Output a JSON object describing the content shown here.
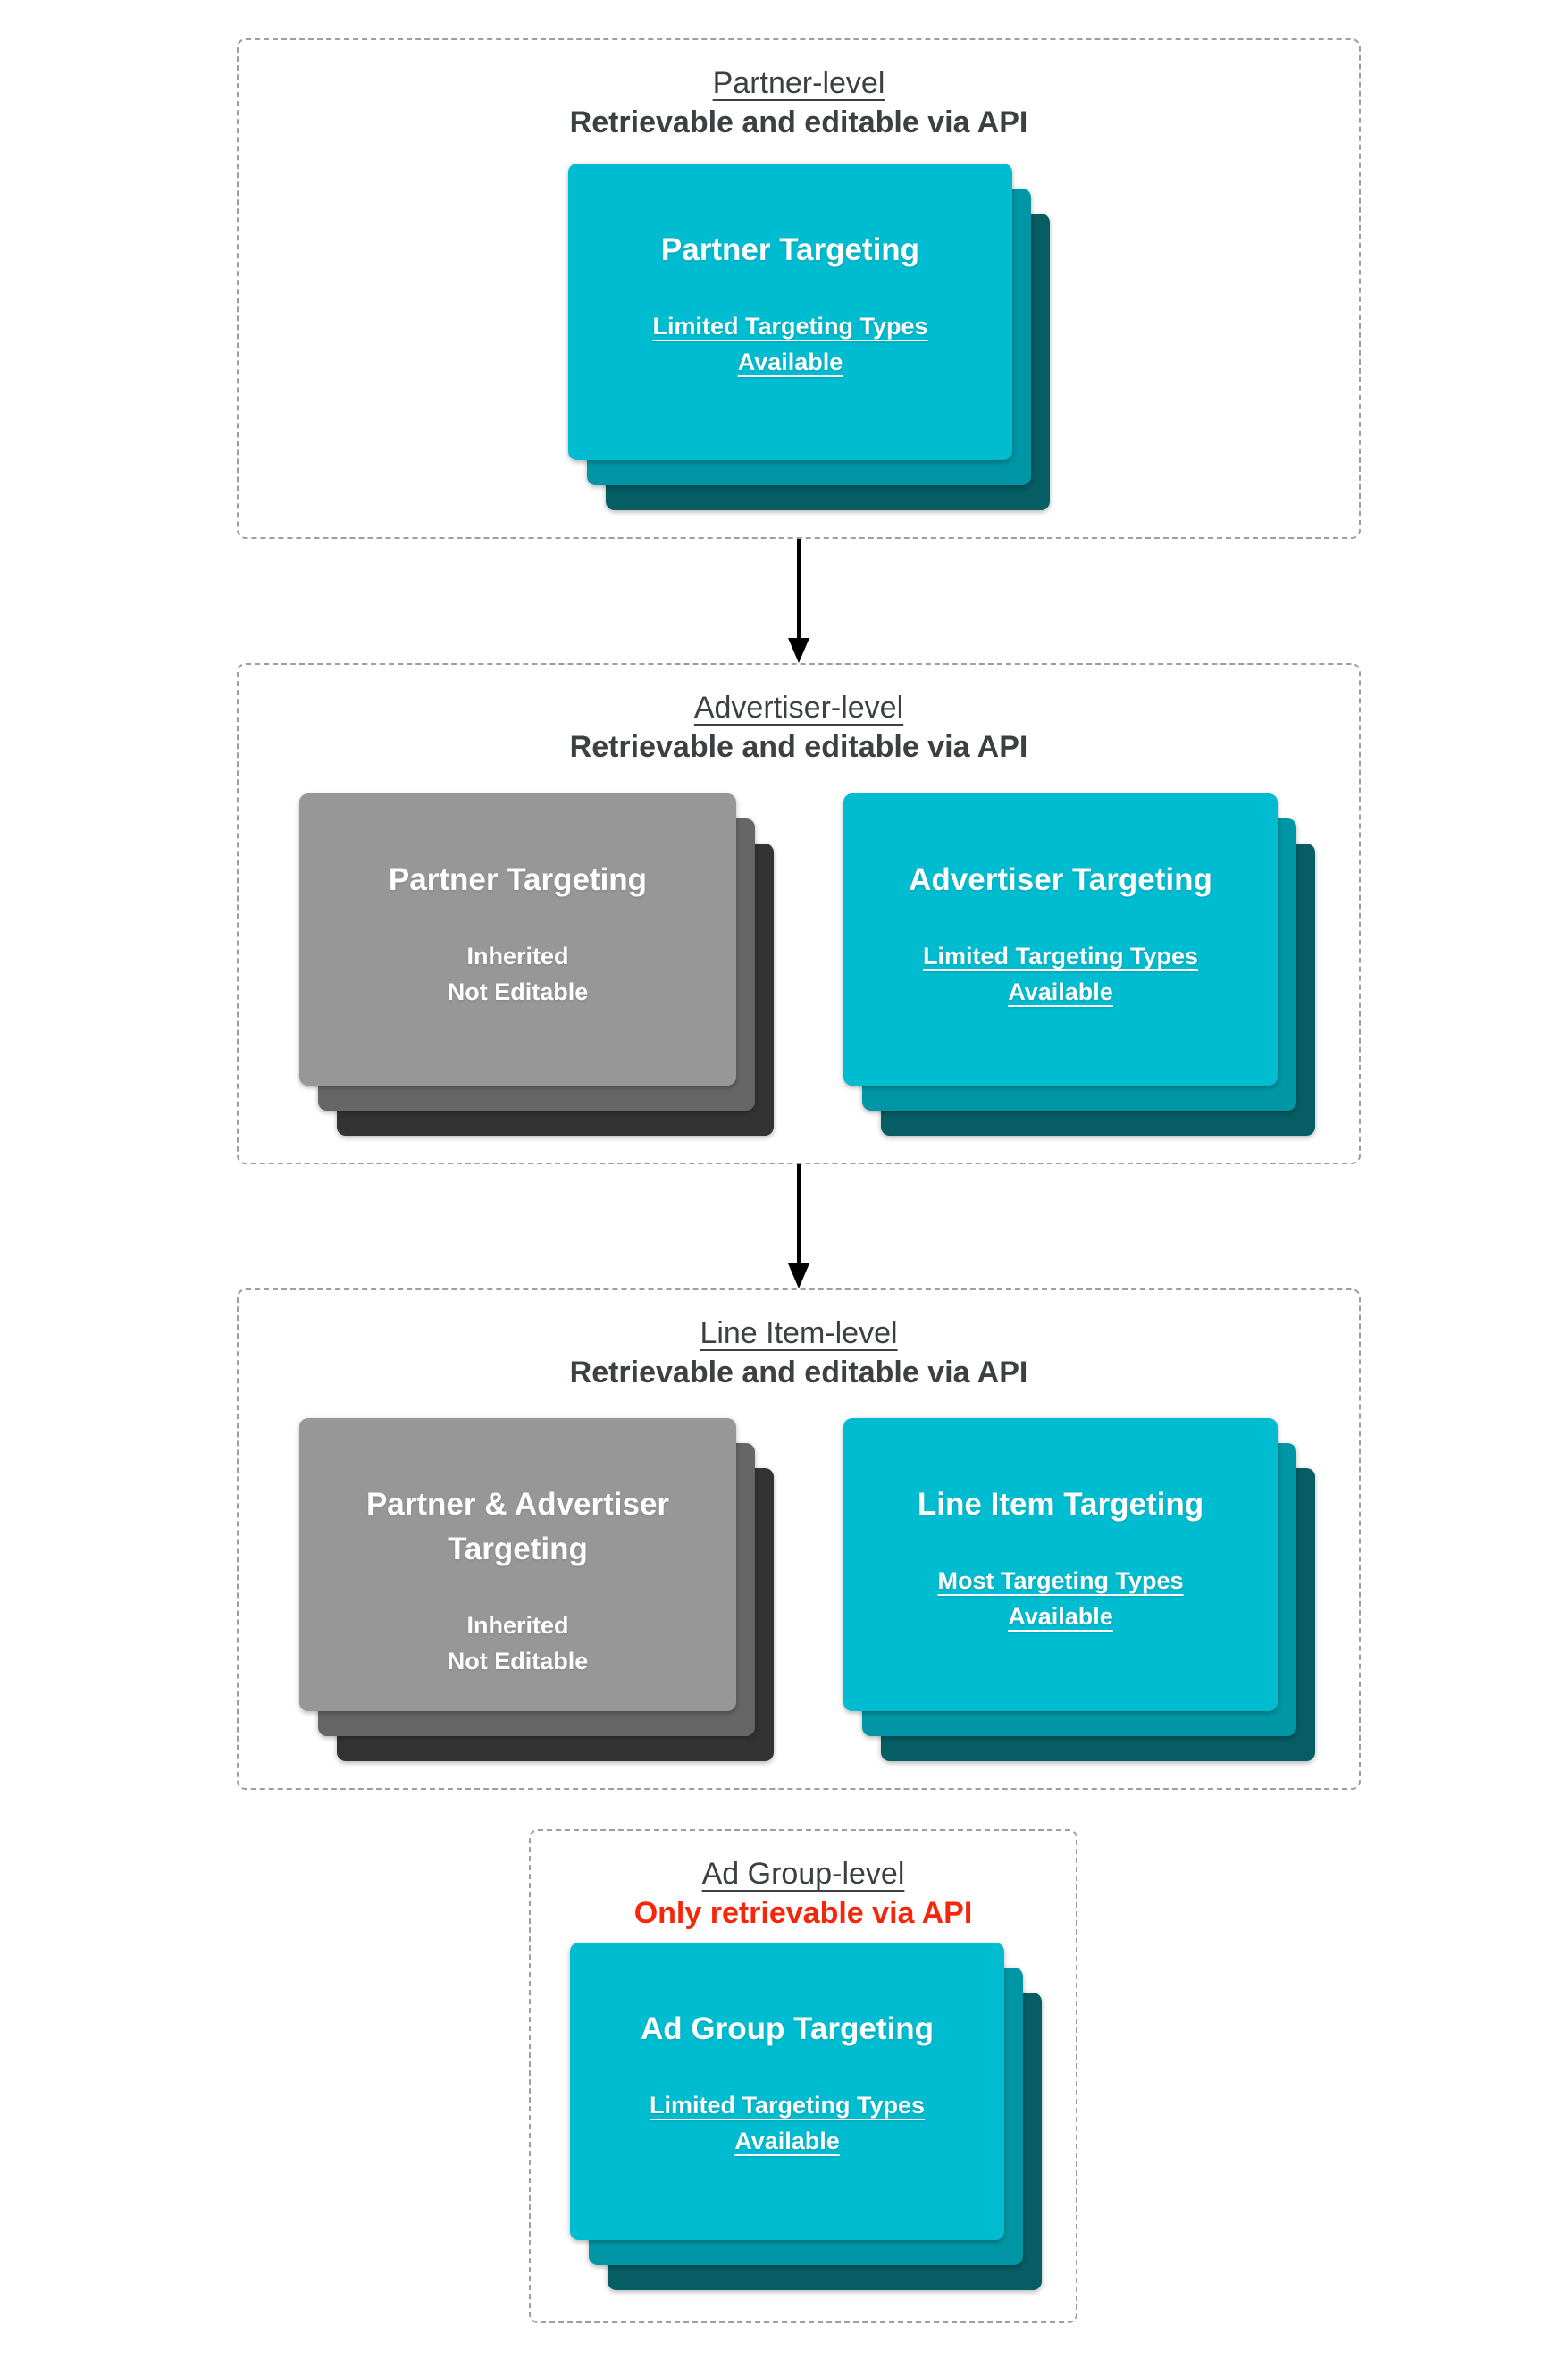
{
  "colors": {
    "page_bg": "#ffffff",
    "heading_text": "#3c4043",
    "alert_text": "#f5270b",
    "dash_border": "#9e9e9e",
    "arrow": "#000000",
    "card_text": "#ffffff",
    "cyan_front": "#00bcd0",
    "cyan_mid": "#0096a5",
    "cyan_back": "#065d63",
    "gray_front": "#979797",
    "gray_mid": "#666666",
    "gray_back": "#333333"
  },
  "sections": [
    {
      "title": "Partner-level",
      "subtitle": "Retrievable and editable via API",
      "cards": [
        {
          "title": "Partner Targeting",
          "lines": [
            "Limited Targeting Types",
            "Available"
          ]
        }
      ]
    },
    {
      "title": "Advertiser-level",
      "subtitle": "Retrievable and editable via API",
      "cards": [
        {
          "title": "Partner Targeting",
          "lines": [
            "Inherited",
            "Not Editable"
          ]
        },
        {
          "title": "Advertiser Targeting",
          "lines": [
            "Limited Targeting Types",
            "Available"
          ]
        }
      ]
    },
    {
      "title": "Line Item-level",
      "subtitle": "Retrievable and editable via API",
      "cards": [
        {
          "title": "Partner & Advertiser Targeting",
          "lines": [
            "Inherited",
            "Not Editable"
          ]
        },
        {
          "title": "Line Item Targeting",
          "lines": [
            "Most Targeting Types",
            "Available"
          ]
        }
      ]
    },
    {
      "title": "Ad Group-level",
      "subtitle": "Only retrievable via API",
      "cards": [
        {
          "title": "Ad Group Targeting",
          "lines": [
            "Limited Targeting Types",
            "Available"
          ]
        }
      ]
    }
  ]
}
